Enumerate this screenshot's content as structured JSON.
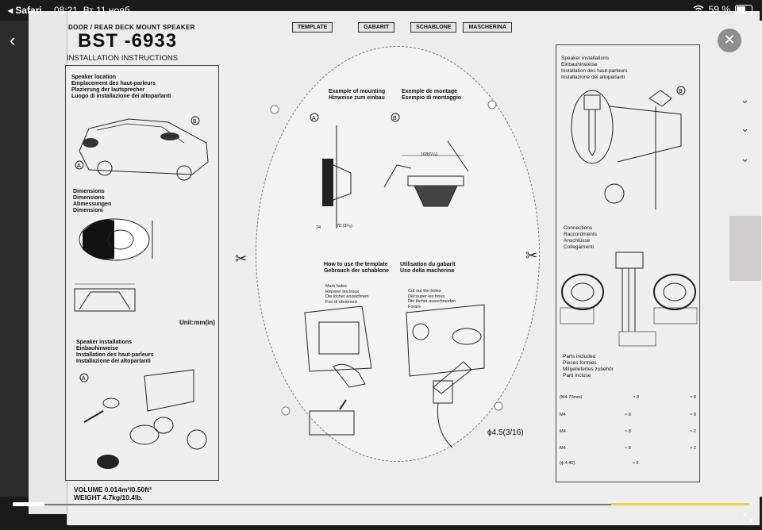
{
  "status": {
    "browser": "Safari",
    "time": "08:21",
    "date": "Вт 11 нояб",
    "battery": "59 %",
    "battery_level": 0.59
  },
  "header": {
    "subtitle": "DOOR / REAR DECK MOUNT SPEAKER",
    "model": "BST -6933",
    "instructions": "INSTALLATION INSTRUCTIONS",
    "tabs": [
      "TEMPLATE",
      "GABARIT",
      "SCHABLONE",
      "MASCHERINA"
    ]
  },
  "left_panel": {
    "location_lines": [
      "Speaker location",
      "Emplacement des haut-parleurs",
      "Plazierung der lautsprecher",
      "Luogo di installazione dei altoparlanti"
    ],
    "dimension_lines": [
      "Dimensions",
      "Dimensions",
      "Abmessungen",
      "Dimensioni"
    ],
    "unit": "Unit:mm(in)",
    "install_lines": [
      "Speaker installations",
      "Einbauhinweise",
      "Installation des haut-parleurs",
      "Installazione dei altoparlanti"
    ],
    "volume": "VOLUME 0.014m³/0.50ft³",
    "weight": "WEIGHT 4.7kg/10.4lb."
  },
  "template": {
    "mount_en": [
      "Example of mounting",
      "Hinweise zum einbau"
    ],
    "mount_fr": [
      "Exemple de montage",
      "Esempio di montaggio"
    ],
    "use_en": [
      "How to use the template",
      "Gebrauch der schablone"
    ],
    "use_fr": [
      "Utilisation du gabarit",
      "Uso della macherina"
    ],
    "mark": [
      "Mark holes",
      "Reperer les trous",
      "Die löcher anzeichnen",
      "Fori di riferiment"
    ],
    "cut": [
      "Cut out the holes",
      "Découper les trous",
      "Die löcher ausschneiden",
      "Forare"
    ],
    "hole_size": "ϕ4.5(3/16)",
    "dim_a": "168(6⁵⁄₈)",
    "dim_b": "78 (3⁵⁄₈)",
    "dim_c": "24"
  },
  "right_panel": {
    "install_lines": [
      "Speaker installations",
      "Einbauhinweise",
      "Installation des haut-parleurs",
      "Installazione dei altoparlanti"
    ],
    "conn_lines": [
      "Connections",
      "Raccordments",
      "Anschlüsse",
      "Collegamenti"
    ],
    "parts_lines": [
      "Parts included",
      "Pieces formies",
      "Mitgeliefertes zubehör",
      "Parti incluse"
    ],
    "parts": [
      {
        "name": "(M4-70mm)",
        "qty": "× 8",
        "qty2": "× 8"
      },
      {
        "name": "M4",
        "qty": "× 8",
        "qty2": "× 8"
      },
      {
        "name": "M4",
        "qty": "× 8",
        "qty2": "× 2"
      },
      {
        "name": "M4",
        "qty": "× 8",
        "qty2": "× 2"
      },
      {
        "name": "(ϕ 4-40)",
        "qty": "× 8",
        "qty2": ""
      }
    ]
  }
}
